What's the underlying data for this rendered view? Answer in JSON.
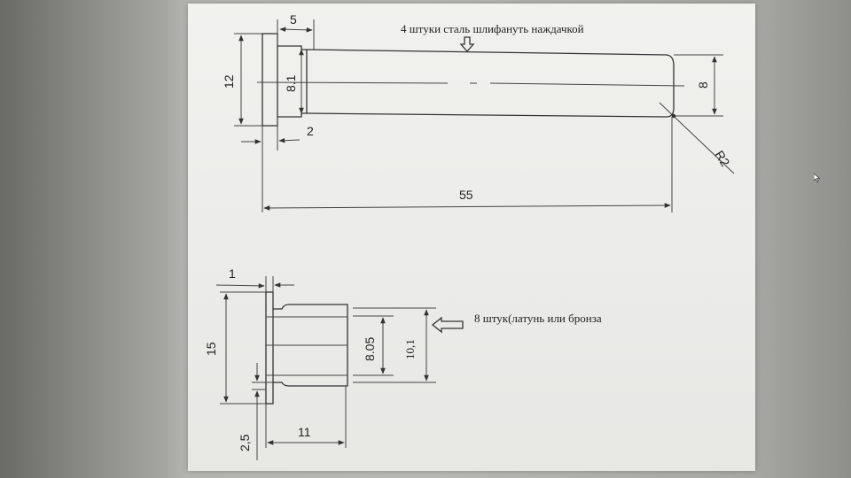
{
  "part_top": {
    "note": "4 штуки сталь шлифануть наждачкой",
    "dims": {
      "head_width": "5",
      "head_height": "12",
      "neck_diameter": "8.1",
      "neck_length": "2",
      "shaft_diameter": "8",
      "end_radius": "R2",
      "total_length": "55"
    }
  },
  "part_bottom": {
    "note": "8 штук(латунь или бронза",
    "dims": {
      "flange_thickness": "1",
      "flange_height": "15",
      "wall": "2,5",
      "length": "11",
      "inner_diameter": "8.05",
      "outer_diameter": "10,1"
    }
  }
}
